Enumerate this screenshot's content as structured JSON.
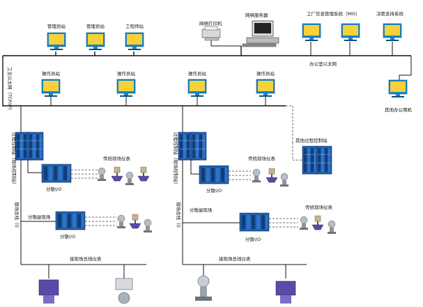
{
  "colors": {
    "screen": "#f7d13a",
    "monitor_frame": "#1a88c9",
    "rack": "#1f5fae",
    "rack_dark": "#123d78",
    "device_purple": "#5a4aa8",
    "device_gray": "#9aa3ad"
  },
  "top": {
    "mgmt_stations": [
      "管理员站",
      "管理员站",
      "工程师站"
    ],
    "network_printer": "网络打印机",
    "network_server": "网络服务器",
    "mis": "工厂信息管理系统（MIS）",
    "decision_support": "决策支持系统",
    "office_ethernet": "办公室以太网",
    "other_office": "其他办公用机"
  },
  "industrial_ethernet": "工业以太网（TCP/IP）",
  "operator_stations": [
    "操作员站",
    "操作员站",
    "操作员站",
    "操作员站"
  ],
  "other_process_station": "其他过程控制站",
  "process_control_station": "过程控制站（现场控制站）",
  "process_control_station_right": "过程控制站（现场控制站）",
  "traditional_instruments": [
    "传统现场仪表",
    "传统现场仪表",
    "传统现场仪表"
  ],
  "distributed_io": [
    "分散I/O",
    "分散I/O",
    "分散I/O"
  ],
  "fieldbus_left": "现场总线（I）",
  "fieldbus_right": "现场总线（I）",
  "distributed_field": [
    "分散副现场",
    "分散副现场"
  ],
  "fieldbus_instruments": [
    "接现场总线仪表",
    "接现场总线仪表"
  ],
  "icons": [
    "monitor-icon",
    "printer-icon",
    "server-icon",
    "rack-icon",
    "transmitter-icon",
    "valve-icon"
  ]
}
